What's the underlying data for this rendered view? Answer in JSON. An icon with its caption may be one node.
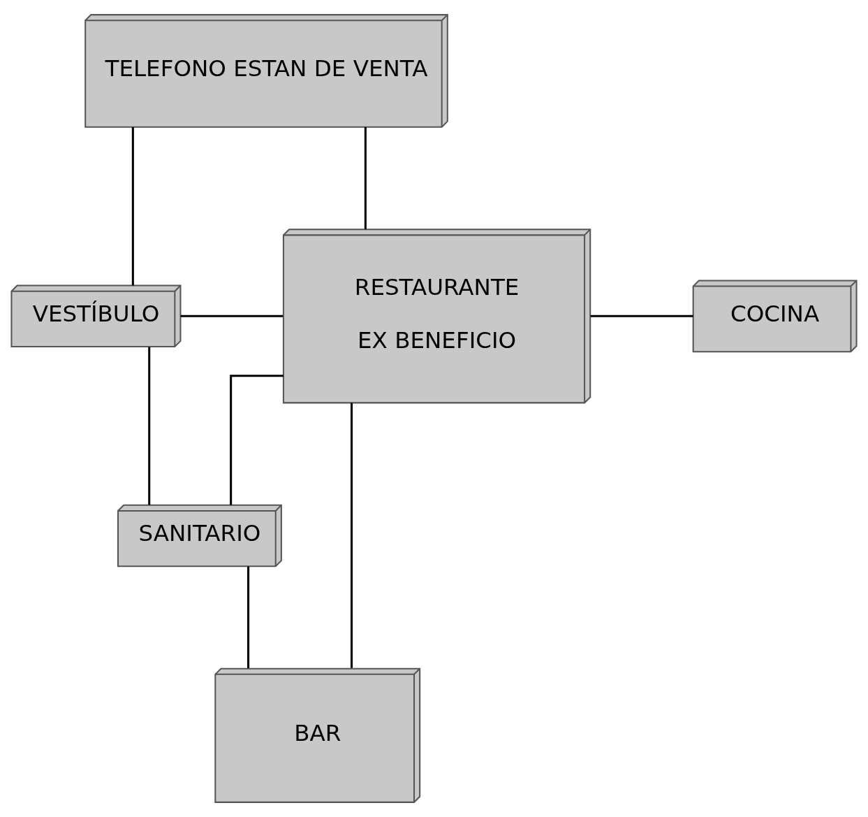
{
  "diagram": {
    "nodes": [
      {
        "text": [
          "TELEFONO ESTAN DE VENTA"
        ]
      },
      {
        "text": [
          "VESTÍBULO"
        ]
      },
      {
        "text": [
          "RESTAURANTE",
          "EX BENEFICIO"
        ]
      },
      {
        "text": [
          "COCINA"
        ]
      },
      {
        "text": [
          "SANITARIO"
        ]
      },
      {
        "text": [
          "BAR"
        ]
      }
    ],
    "edges": [
      {
        "from": 0,
        "to": 2,
        "arrow": "none"
      },
      {
        "from": 0,
        "to": 1,
        "arrow": "none"
      },
      {
        "from": 1,
        "to": 2,
        "arrow": "none"
      },
      {
        "from": 2,
        "to": 3,
        "arrow": "none"
      },
      {
        "from": 1,
        "to": 4,
        "arrow": "none"
      },
      {
        "from": 2,
        "to": 5,
        "arrow": "none"
      },
      {
        "from": 4,
        "to": 2,
        "arrow": "none"
      },
      {
        "from": 4,
        "to": 5,
        "arrow": "none"
      }
    ]
  }
}
